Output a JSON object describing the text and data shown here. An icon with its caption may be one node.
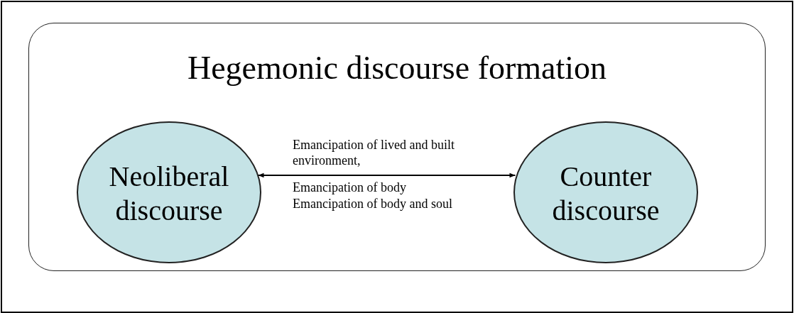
{
  "diagram": {
    "nodes": [
      {
        "text": [
          "Hegemonic discourse formation"
        ]
      },
      {
        "text": [
          "Neoliberal discourse"
        ],
        "in": 0
      },
      {
        "text": [
          "Counter discourse"
        ],
        "in": 0
      }
    ],
    "edges": [
      {
        "from": 1,
        "to": 2,
        "arrow": "both"
      }
    ],
    "labels": [
      "Emancipation of lived and built environment,",
      "Emancipation of body",
      "Emancipation of body and soul"
    ]
  }
}
